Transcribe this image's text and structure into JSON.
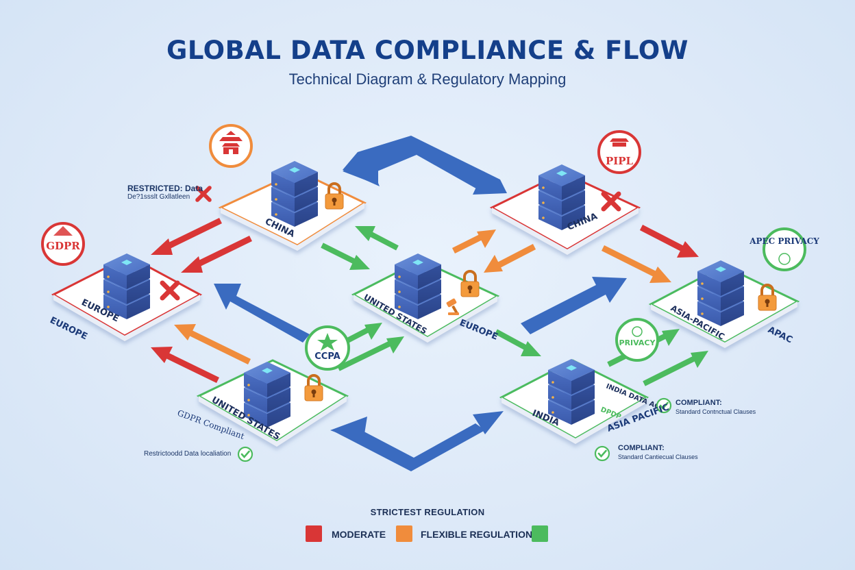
{
  "header": {
    "title": "GLOBAL DATA COMPLIANCE & FLOW",
    "subtitle": "Technical Diagram & Regulatory Mapping"
  },
  "nodes": {
    "china_left": "CHINA",
    "china_right": "CHINA",
    "europe_node": "EUROPE",
    "us_center": "UNITED STATES",
    "us_bottom": "UNITED STATES",
    "india_node": "INDIA",
    "apac_node": "ASIA-PACIFIC"
  },
  "regions": {
    "europe_side": "EUROPE",
    "europe_center": "EUROPE",
    "apac_side": "APAC",
    "asia_pacific": "ASIA PACIFIC"
  },
  "badges": {
    "gdpr": "GDPR",
    "pipl": "PIPL",
    "apec": "APEC PRIVACY",
    "ccpa": "CCPA",
    "privacy": "PRIVACY",
    "india_data_act": "INDIA DATA ACT",
    "dpdp": "DPDP"
  },
  "notes": {
    "restricted_title": "RESTRICTED: Data",
    "restricted_sub": "De?1ssslt Gxllatleen",
    "gdpr_compliant": "GDPR Compliant",
    "restricted_local": "Restrictoodd Data localiation",
    "compliant_1_title": "COMPLIANT:",
    "compliant_1_sub": "Standard Contnctual Clauses",
    "compliant_2_title": "COMPLIANT:",
    "compliant_2_sub": "Standard Cantiecual Clauses"
  },
  "legend": {
    "title": "STRICTEST REGULATION",
    "items": [
      {
        "label": "MODERATE",
        "color": "#d93636"
      },
      {
        "label": "FLEXIBLE REGULATION",
        "color": "#f08c3c"
      },
      {
        "label": "",
        "color": "#4cbb5e"
      }
    ]
  },
  "colors": {
    "strict": "#d93636",
    "moderate": "#f08c3c",
    "flexible": "#4cbb5e",
    "flow": "#3a6bc0",
    "server": "#3f63b8"
  }
}
